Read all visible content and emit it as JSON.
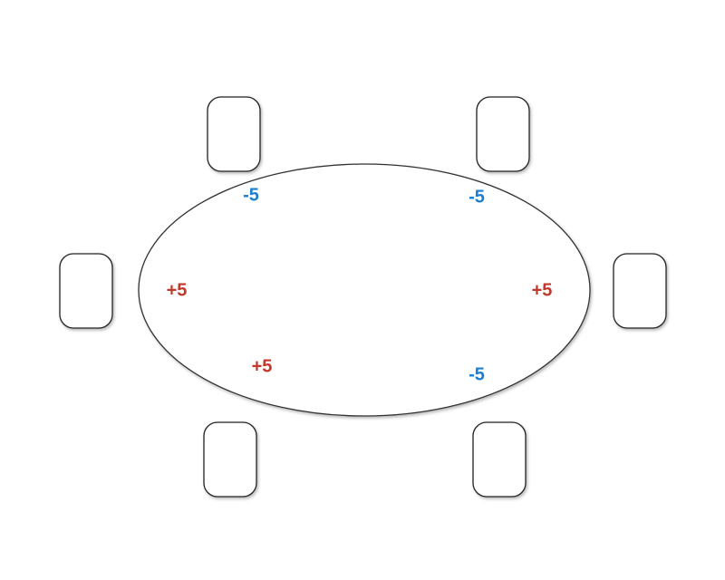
{
  "colors": {
    "positive": "#c0392b",
    "negative": "#1a7fd4",
    "outline": "#222222",
    "background": "#ffffff"
  },
  "seats": [
    {
      "id": "top-left"
    },
    {
      "id": "top-right"
    },
    {
      "id": "left"
    },
    {
      "id": "right"
    },
    {
      "id": "bottom-left"
    },
    {
      "id": "bottom-right"
    }
  ],
  "scores": [
    {
      "id": "top-left",
      "text": "-5",
      "sign": "negative"
    },
    {
      "id": "top-right",
      "text": "-5",
      "sign": "negative"
    },
    {
      "id": "left",
      "text": "+5",
      "sign": "positive"
    },
    {
      "id": "right",
      "text": "+5",
      "sign": "positive"
    },
    {
      "id": "bottom-left",
      "text": "+5",
      "sign": "positive"
    },
    {
      "id": "bottom-right",
      "text": "-5",
      "sign": "negative"
    }
  ]
}
